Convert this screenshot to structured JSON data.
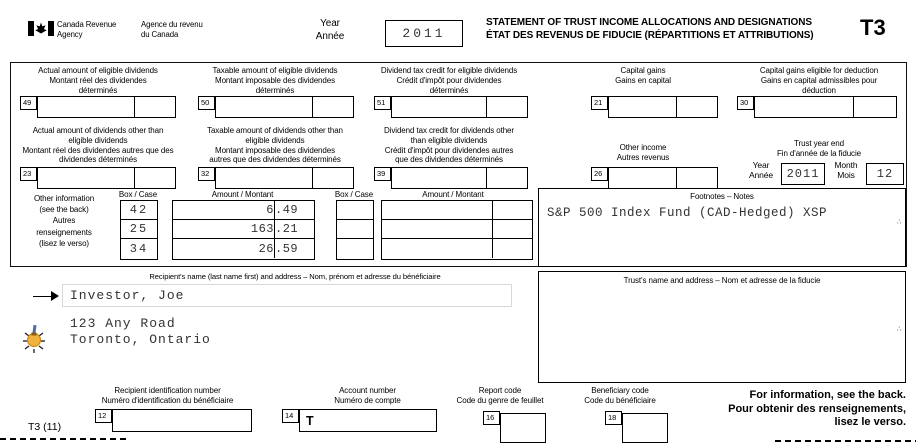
{
  "header": {
    "agency_en": "Canada Revenue\nAgency",
    "agency_fr": "Agence du revenu\ndu Canada",
    "year_label": "Year\nAnnée",
    "year_value": "2011",
    "title_line1": "STATEMENT OF TRUST INCOME ALLOCATIONS AND DESIGNATIONS",
    "title_line2": "ÉTAT DES REVENUS DE FIDUCIE (RÉPARTITIONS ET ATTRIBUTIONS)",
    "form_code": "T3"
  },
  "fields": {
    "r1": [
      {
        "num": "49",
        "label": "Actual amount of eligible dividends\nMontant réel des dividendes\ndéterminés"
      },
      {
        "num": "50",
        "label": "Taxable amount of eligible dividends\nMontant imposable des dividendes\ndéterminés"
      },
      {
        "num": "51",
        "label": "Dividend tax credit for eligible dividends\nCrédit d'impôt pour dividendes\ndéterminés"
      },
      {
        "num": "21",
        "label": "Capital gains\nGains en capital"
      },
      {
        "num": "30",
        "label": "Capital gains eligible for deduction\nGains en capital admissibles pour\ndéduction"
      }
    ],
    "r2": [
      {
        "num": "23",
        "label": "Actual amount of dividends other than\neligible dividends\nMontant réel des dividendes autres que des\ndividendes déterminés"
      },
      {
        "num": "32",
        "label": "Taxable amount of dividends other than\neligible dividends\nMontant imposable des dividendes\nautres que des dividendes déterminés"
      },
      {
        "num": "39",
        "label": "Dividend tax credit for dividends other\nthan eligible dividends\nCrédit d'impôt pour dividendes autres\nque des dividendes déterminés"
      },
      {
        "num": "26",
        "label": "Other income\nAutres revenus"
      }
    ]
  },
  "trust_year_end": {
    "title": "Trust year end\nFin d'année de la fiducie",
    "year_label": "Year\nAnnée",
    "year_value": "2011",
    "month_label": "Month\nMois",
    "month_value": "12"
  },
  "other_info": {
    "label": "Other information\n(see the back)\nAutres\nrenseignements\n(lisez le verso)",
    "box_header": "Box / Case",
    "amount_header": "Amount / Montant",
    "dot": ".",
    "rows": [
      {
        "box": "42",
        "dollars": "6",
        "cents": "49"
      },
      {
        "box": "25",
        "dollars": "163",
        "cents": "21"
      },
      {
        "box": "34",
        "dollars": "26",
        "cents": "59"
      }
    ]
  },
  "footnotes": {
    "header": "Footnotes – Notes",
    "text": "S&P 500 Index Fund (CAD-Hedged) XSP"
  },
  "recipient": {
    "header": "Recipient's name (last name first) and address – Nom, prénom et adresse du bénéficiaire",
    "name": "Investor, Joe",
    "address_line1": "123 Any Road",
    "address_line2": "Toronto, Ontario"
  },
  "trust": {
    "header": "Trust's name and address – Nom et adresse de la fiducie"
  },
  "bottom": {
    "recipient_id_label": "Recipient identification number\nNuméro d'identification du bénéficiaire",
    "recipient_id_num": "12",
    "account_label": "Account number\nNuméro de compte",
    "account_num": "14",
    "account_value": "T",
    "report_label": "Report code\nCode du genre de feuillet",
    "report_num": "16",
    "beneficiary_label": "Beneficiary code\nCode du bénéficiaire",
    "beneficiary_num": "18",
    "info": "For information, see the back.\nPour obtenir des renseignements,\nlisez le verso.",
    "form_version": "T3 (11)"
  },
  "marks": {
    "edge_mark": "∴"
  }
}
